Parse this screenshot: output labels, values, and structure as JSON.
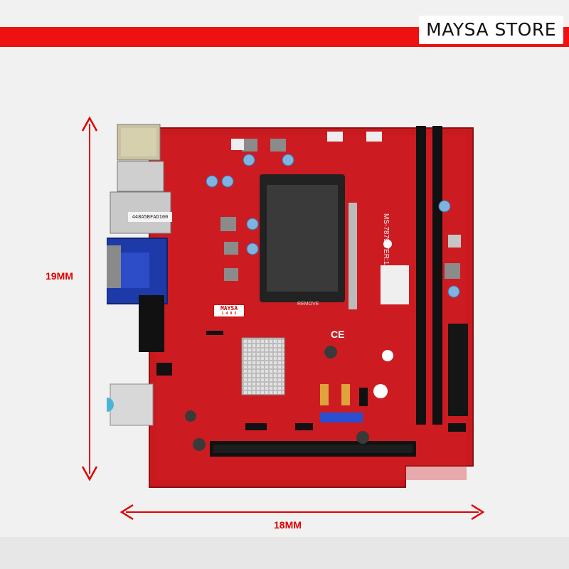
{
  "store": {
    "name": "MAYSA STORE"
  },
  "dimensions": {
    "height_label": "19MM",
    "width_label": "18MM"
  },
  "board": {
    "model_text": "MS-7879 VER:1.1",
    "mac_sticker": "448A5BFAD100",
    "overlay_brand": "MAYSA",
    "overlay_sub": "1 4 8 5",
    "ce_mark": "CE",
    "remove_text": "REMOVE"
  },
  "colors": {
    "banner": "#ee1111",
    "board": "#c81a1e",
    "arrow": "#e00000",
    "ram_slot": "#111111",
    "vga_port": "#1e3aa8",
    "sata": "#e0a23a",
    "usb_header": "#2a4fd0"
  }
}
